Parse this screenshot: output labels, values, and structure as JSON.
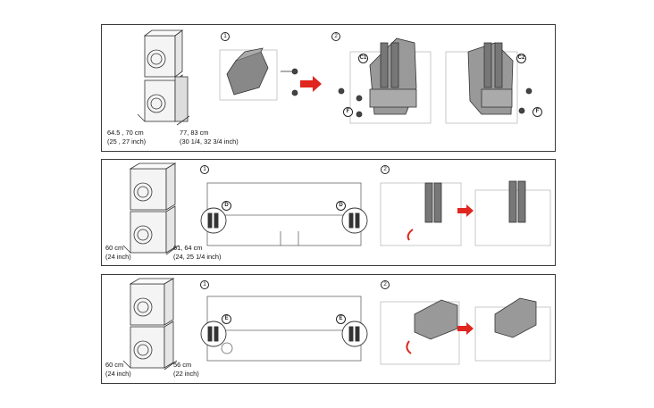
{
  "panels": [
    {
      "dim_depth": "64.5 , 70 cm",
      "dim_depth_in": "(25 , 27 inch)",
      "dim_width": "77, 83 cm",
      "dim_width_in": "(30 1/4, 32 3/4 inch)",
      "steps": [
        "1",
        "2"
      ],
      "tags": [
        "C1",
        "C2",
        "F",
        "F"
      ]
    },
    {
      "dim_depth": "60 cm",
      "dim_depth_in": "(24 inch)",
      "dim_width": "61, 64 cm",
      "dim_width_in": "(24, 25 1/4 inch)",
      "steps": [
        "1",
        "2"
      ],
      "tags": [
        "D",
        "D"
      ]
    },
    {
      "dim_depth": "60 cm",
      "dim_depth_in": "(24 inch)",
      "dim_width": "56 cm",
      "dim_width_in": "(22 inch)",
      "steps": [
        "1",
        "2"
      ],
      "tags": [
        "E",
        "E"
      ]
    }
  ],
  "colors": {
    "arrow": "#e0261f",
    "line": "#333333",
    "part": "#555555"
  }
}
